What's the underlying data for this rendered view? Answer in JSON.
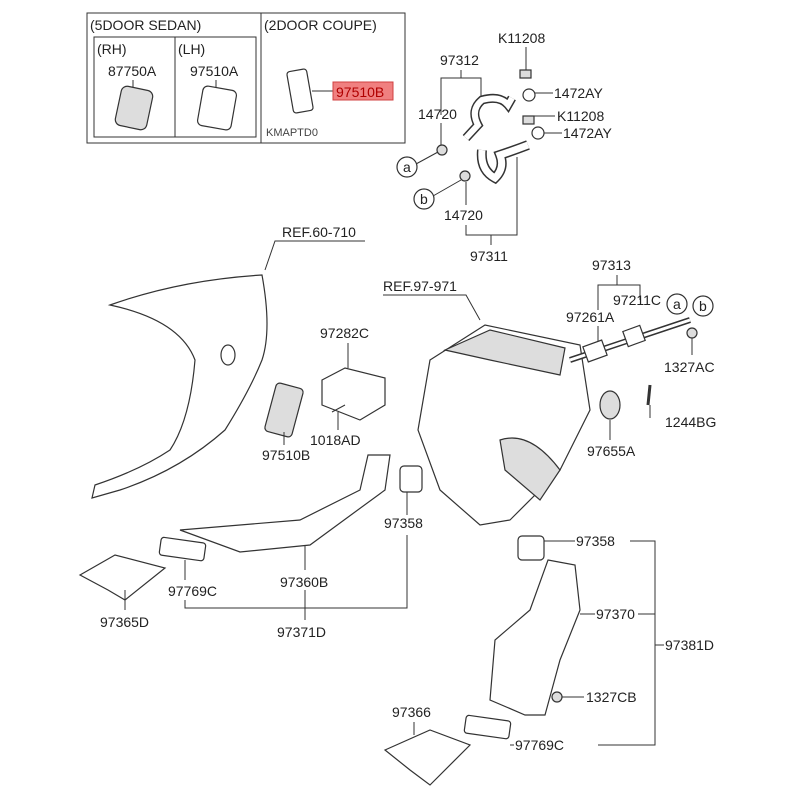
{
  "inset": {
    "sedan_heading": "(5DOOR SEDAN)",
    "coupe_heading": "(2DOOR COUPE)",
    "rh_label": "(RH)",
    "lh_label": "(LH)",
    "rh_part": "87750A",
    "lh_part": "97510A",
    "coupe_part": "97510B",
    "overlay_text": "KMAPTD0",
    "highlight_color": "#f08080"
  },
  "callouts": {
    "c97312": "97312",
    "k11208_a": "K11208",
    "ay1472_a": "1472AY",
    "c14720_a": "14720",
    "k11208_b": "K11208",
    "ay1472_b": "1472AY",
    "c14720_b": "14720",
    "c97311": "97311",
    "ref60": "REF.60-710",
    "c97313": "97313",
    "ref97": "REF.97-971",
    "c97211c": "97211C",
    "c97261a": "97261A",
    "c97282c": "97282C",
    "c1327ac": "1327AC",
    "c1244bg": "1244BG",
    "c1018ad": "1018AD",
    "c97510b": "97510B",
    "c97655a": "97655A",
    "c97358_a": "97358",
    "c97358_b": "97358",
    "c97360b": "97360B",
    "c97769c_a": "97769C",
    "c97365d": "97365D",
    "c97370": "97370",
    "c97371d": "97371D",
    "c97381d": "97381D",
    "c1327cb": "1327CB",
    "c97366": "97366",
    "c97769c_b": "97769C"
  },
  "markers": {
    "a": "a",
    "b": "b"
  }
}
